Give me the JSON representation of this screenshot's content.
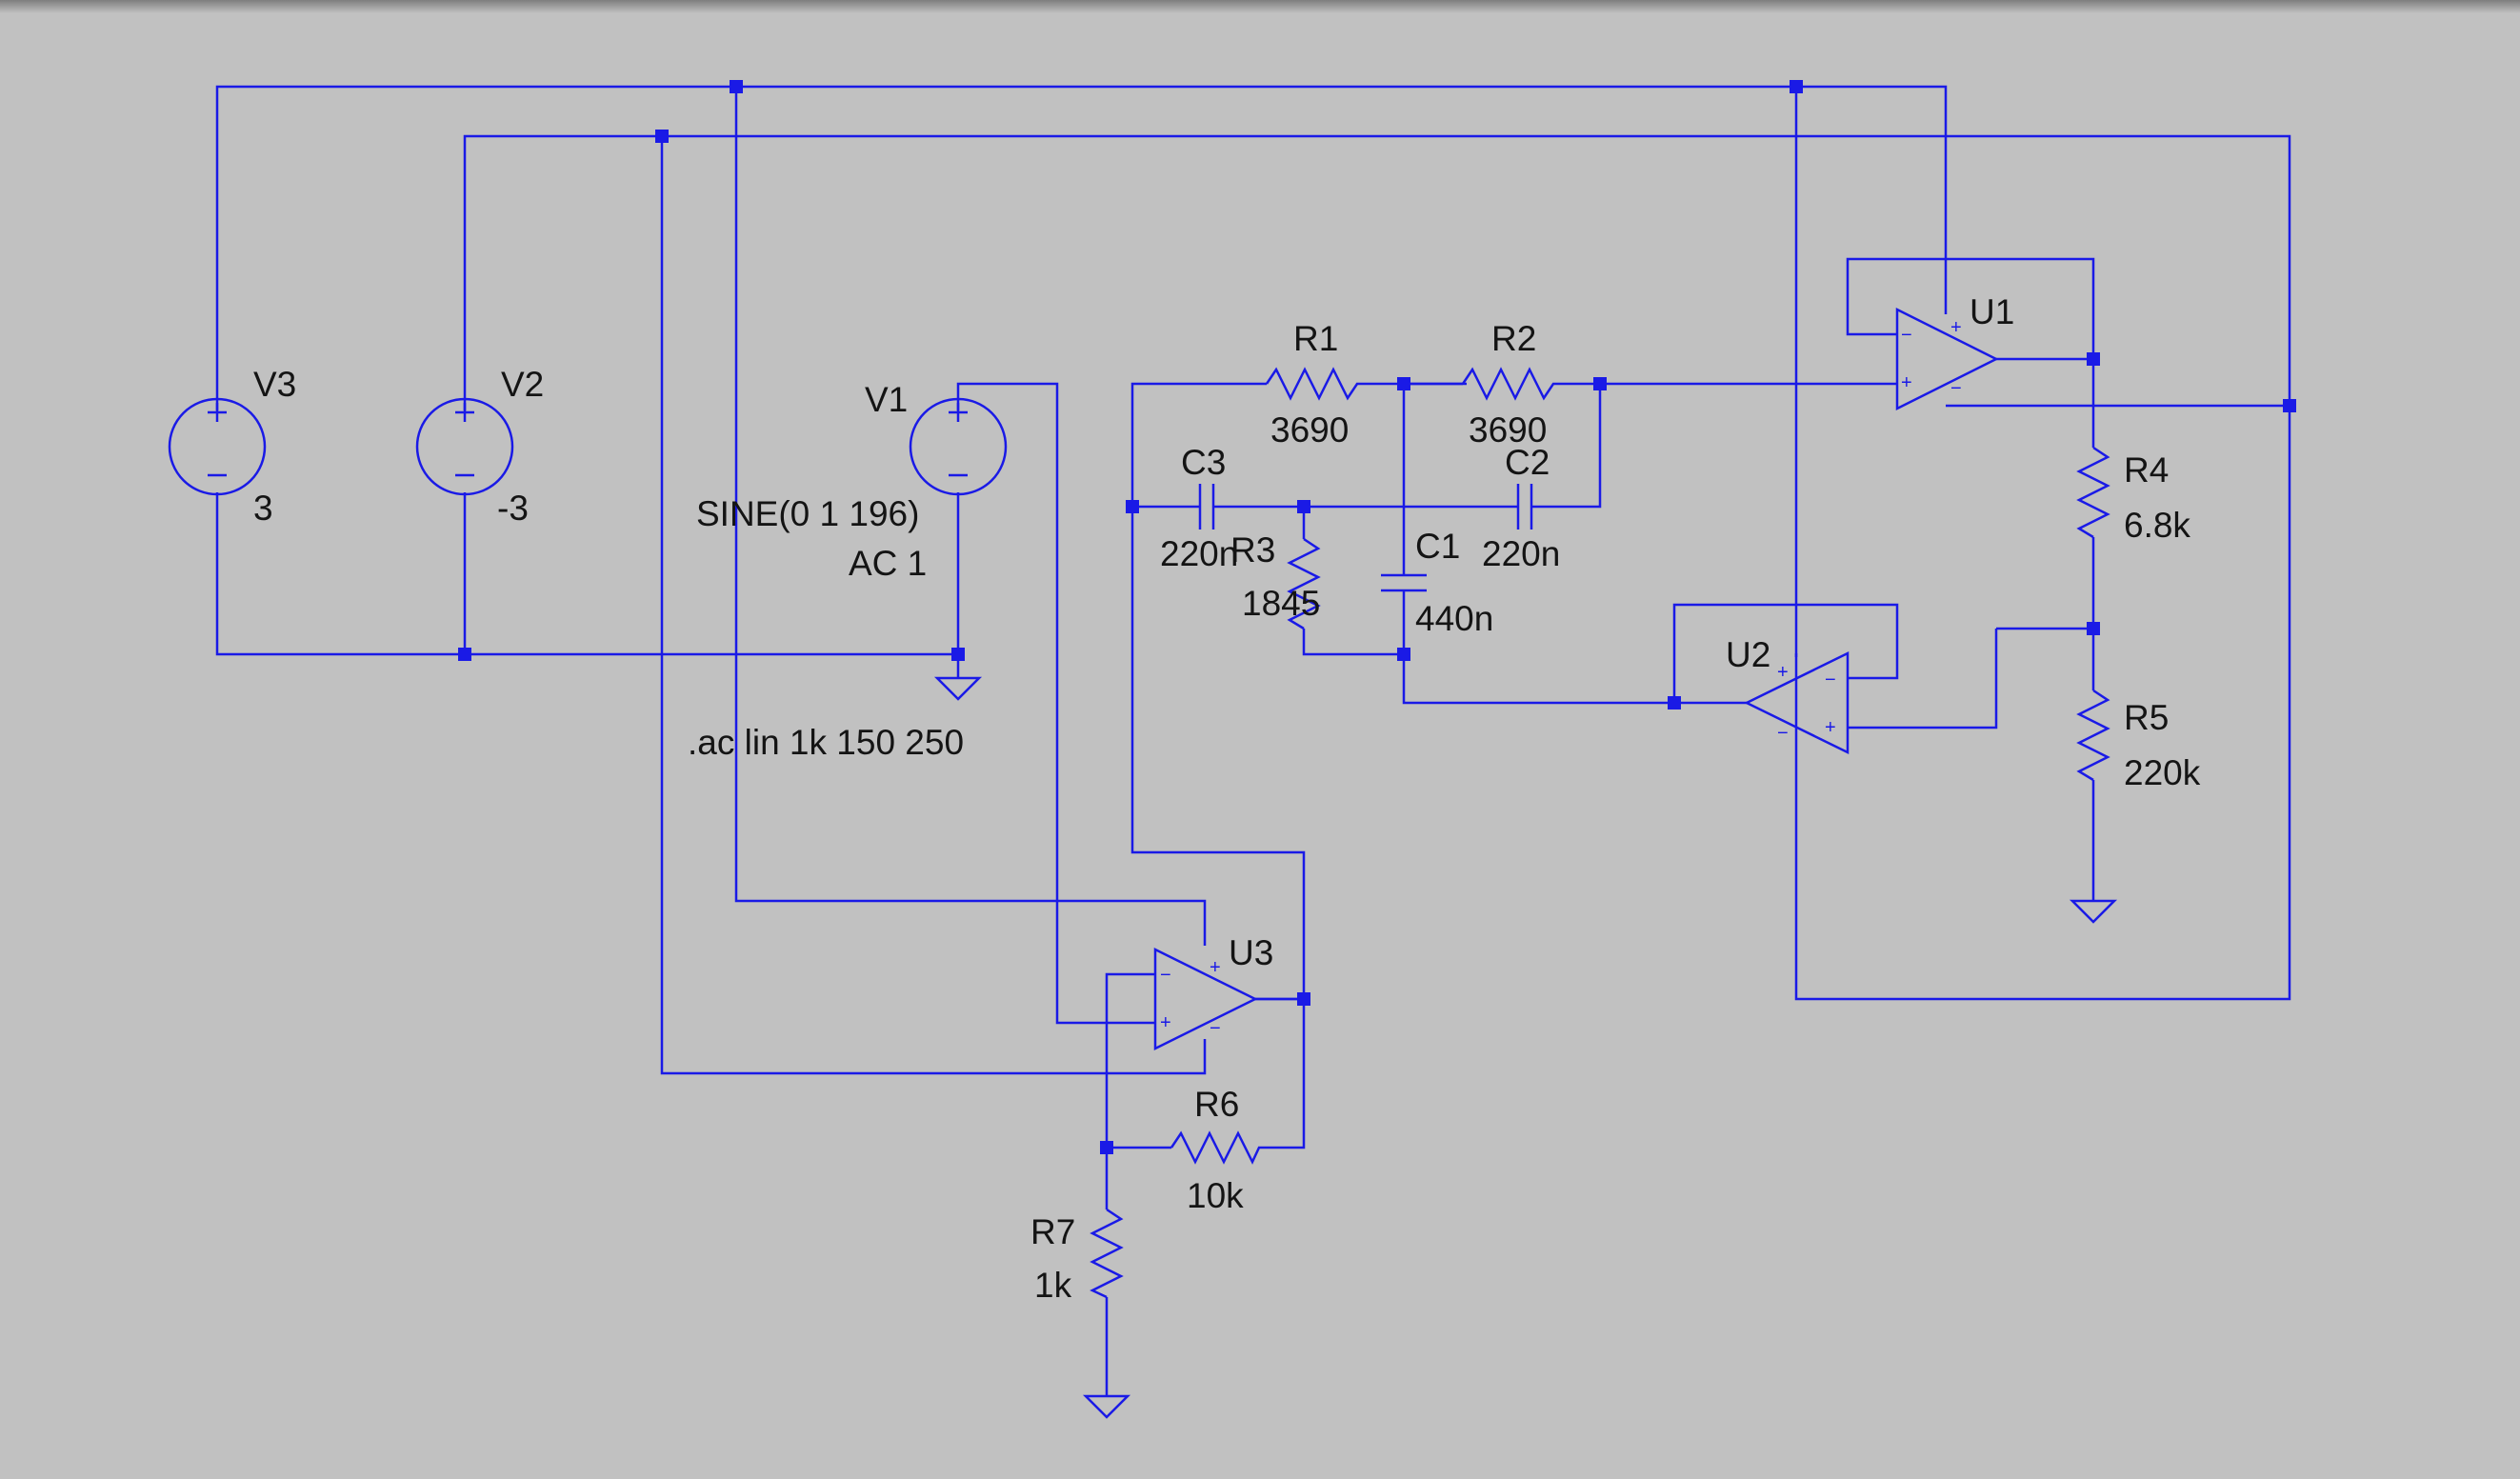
{
  "schematic": {
    "components": {
      "V3": {
        "name": "V3",
        "value": "3"
      },
      "V2": {
        "name": "V2",
        "value": "-3"
      },
      "V1": {
        "name": "V1",
        "value": "SINE(0 1 196)",
        "ac": "AC 1"
      },
      "R1": {
        "name": "R1",
        "value": "3690"
      },
      "R2": {
        "name": "R2",
        "value": "3690"
      },
      "R3": {
        "name": "R3",
        "value": "1845"
      },
      "R4": {
        "name": "R4",
        "value": "6.8k"
      },
      "R5": {
        "name": "R5",
        "value": "220k"
      },
      "R6": {
        "name": "R6",
        "value": "10k"
      },
      "R7": {
        "name": "R7",
        "value": "1k"
      },
      "C1": {
        "name": "C1",
        "value": "440n"
      },
      "C2": {
        "name": "C2",
        "value": "220n"
      },
      "C3": {
        "name": "C3",
        "value": "220n"
      },
      "U1": {
        "name": "U1"
      },
      "U2": {
        "name": "U2"
      },
      "U3": {
        "name": "U3"
      }
    },
    "directive": ".ac lin 1k 150 250"
  },
  "colors": {
    "background": "#c1c1c1",
    "wire": "#1a1ae6",
    "text": "#141414"
  }
}
